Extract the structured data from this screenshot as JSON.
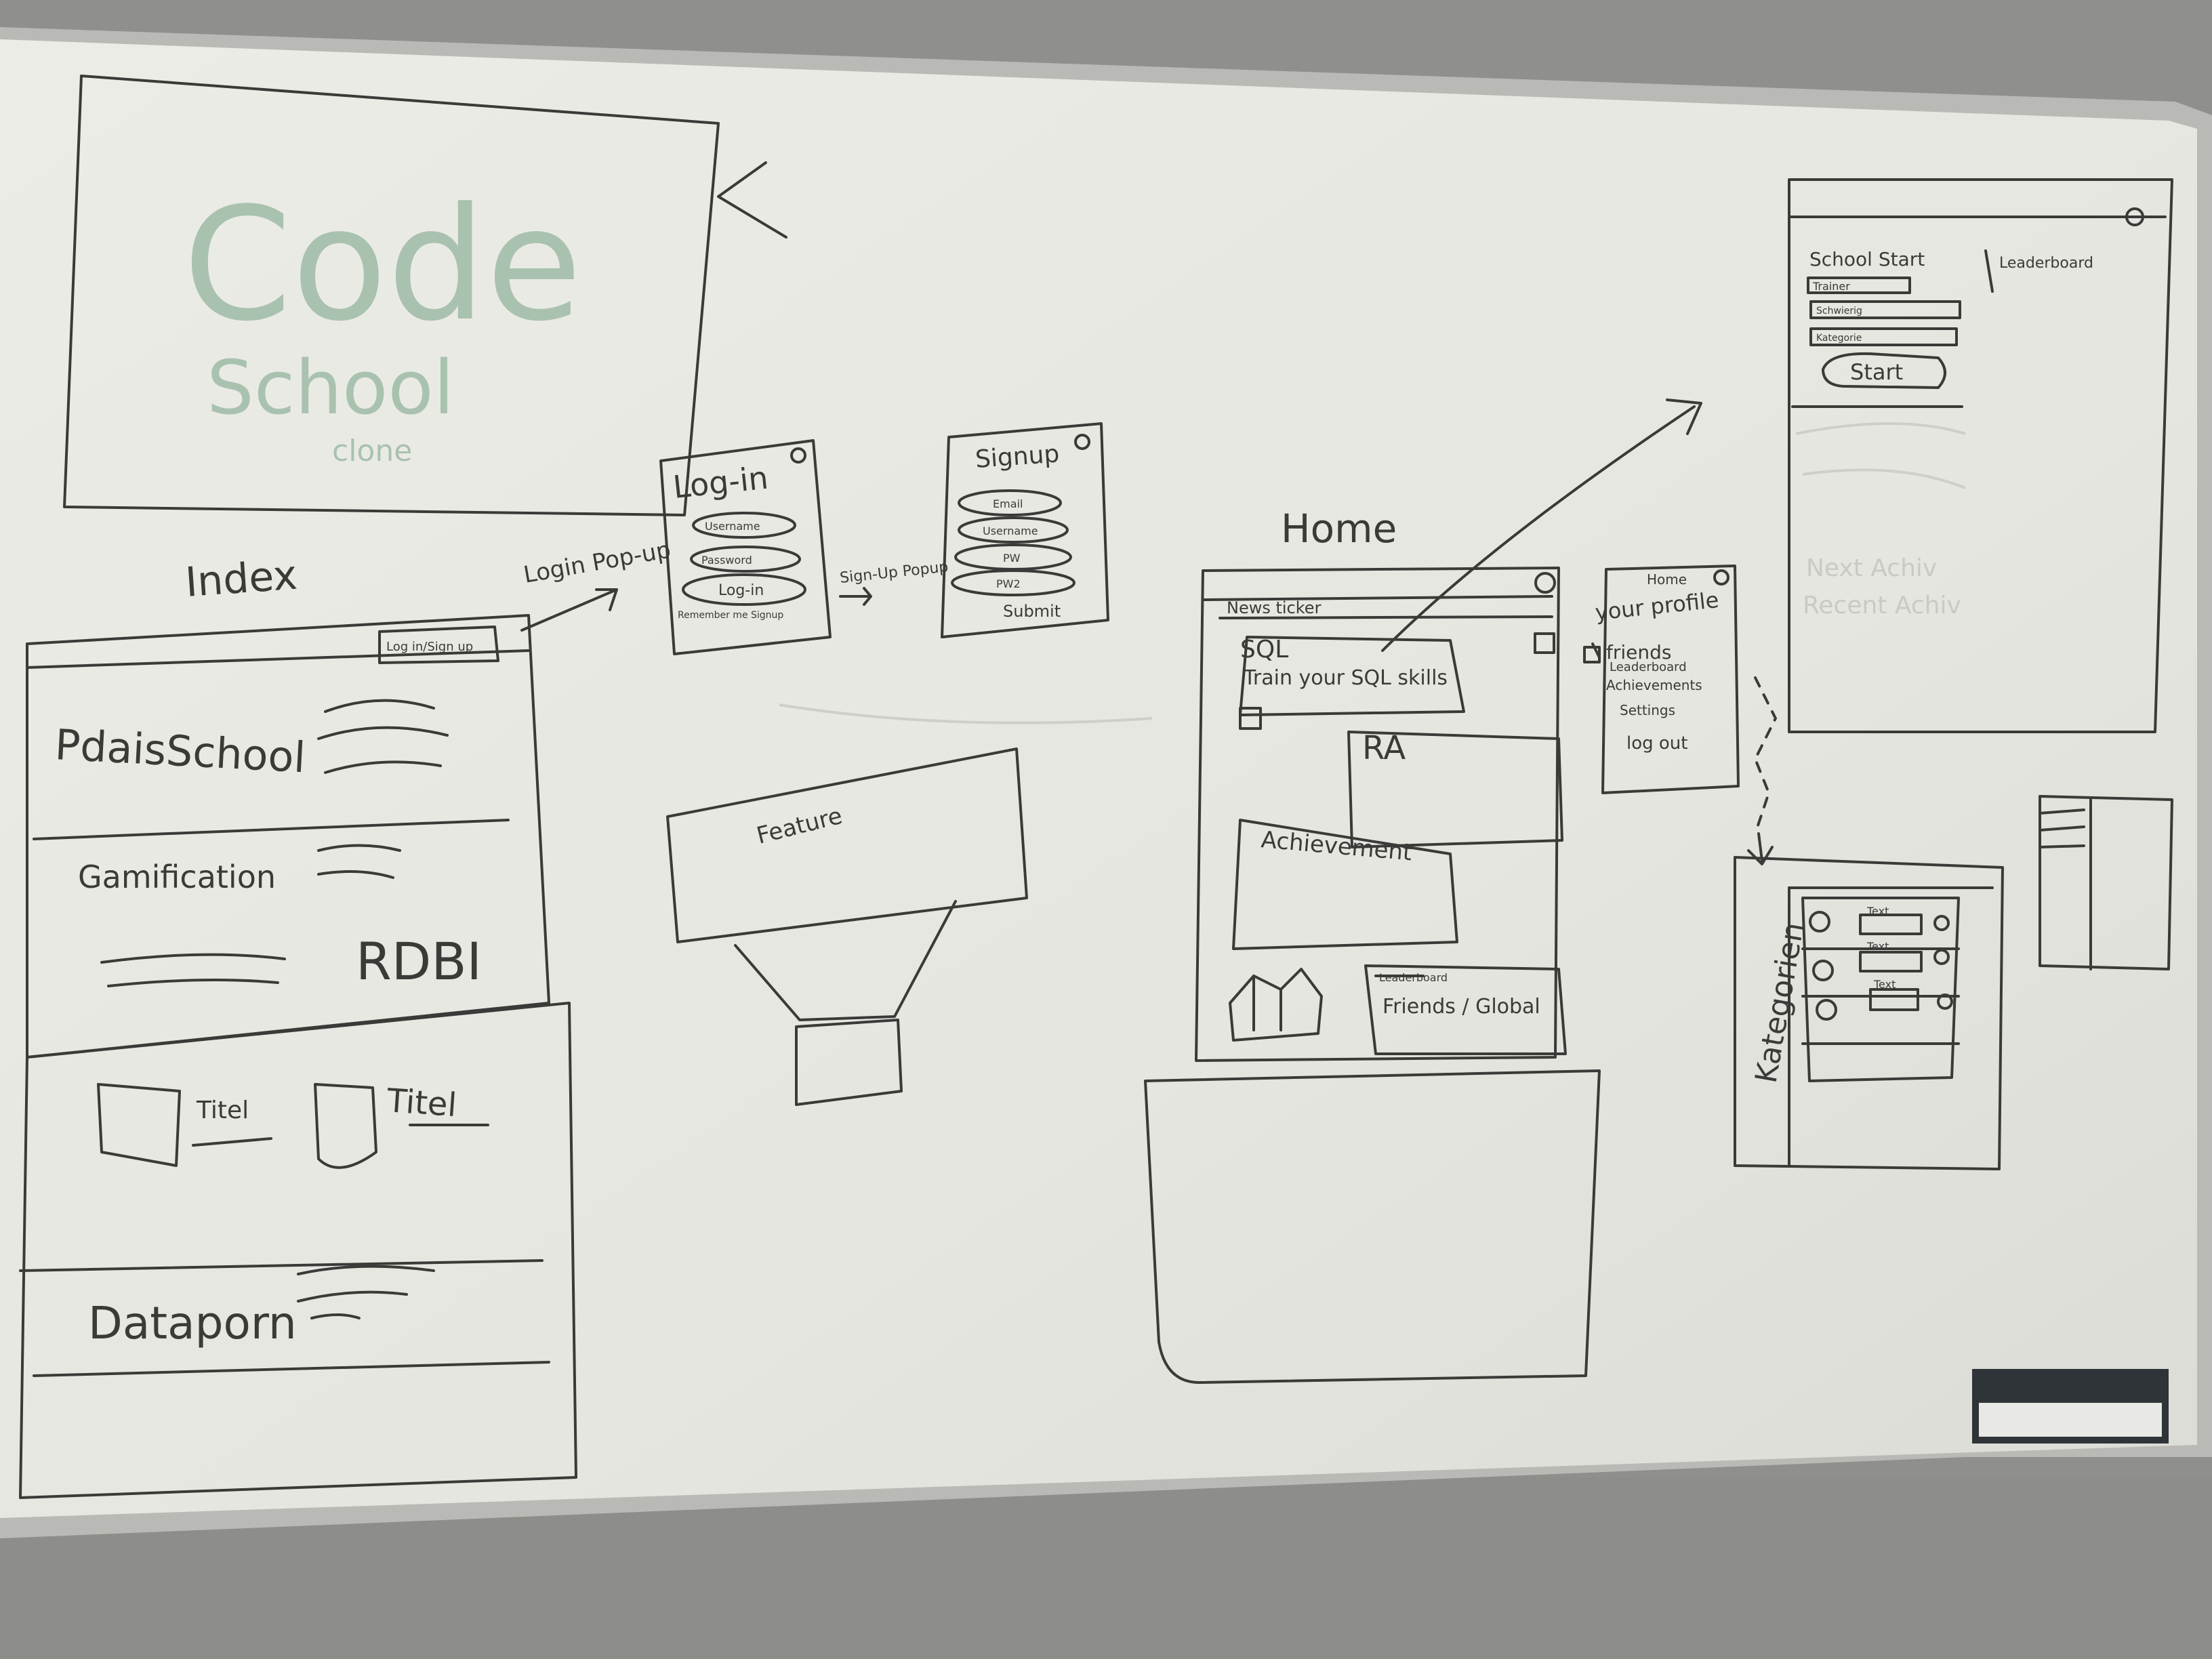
{
  "colors": {
    "wall": "#8f8f8b",
    "board": "#e9e9e3",
    "marker": "#3a3a38",
    "green_marker": "#a9c2b0",
    "frame": "#b9bab5"
  },
  "board": {
    "logo": {
      "line1": "Code",
      "line2": "School",
      "line3": "clone"
    },
    "index": {
      "title": "Index",
      "login_button": "Log in/Sign up",
      "hero": "PdaisSchool",
      "gamification": "Gamification",
      "rdbi": "RDBI",
      "titel_1": "Titel",
      "titel_2": "Titel",
      "dataporn": "Dataporn"
    },
    "login_popup_note": "Login Pop-up",
    "signup_popup_note": "Sign-Up Popup",
    "login": {
      "title": "Log-in",
      "username": "Username",
      "password": "Password",
      "login": "Log-in",
      "remember": "Remember me Signup"
    },
    "signup": {
      "title": "Signup",
      "email": "Email",
      "username": "Username",
      "pw": "PW",
      "pw2": "PW2",
      "submit": "Submit"
    },
    "feature": "Feature",
    "home": {
      "title": "Home",
      "news_ticker": "News ticker",
      "sql": "SQL",
      "sql_sub": "Train your SQL skills",
      "ra": "RA",
      "achievement": "Achievement",
      "leaderboard": "Leaderboard",
      "friends_global": "Friends / Global"
    },
    "profile_menu": {
      "home": "Home",
      "your_profile": "your profile",
      "friends": "friends",
      "leaderboard": "Leaderboard",
      "achievements": "Achievements",
      "settings": "Settings",
      "log_out": "log out"
    },
    "school_start": {
      "title": "School Start",
      "trainer": "Trainer",
      "schwierig": "Schwierig",
      "kategorie": "Kategorie",
      "start": "Start",
      "leaderboard": "Leaderboard",
      "next_achiv": "Next Achiv",
      "recent_achiv": "Recent Achiv"
    },
    "kategorien": {
      "label": "Kategorien",
      "text": "Text"
    }
  }
}
